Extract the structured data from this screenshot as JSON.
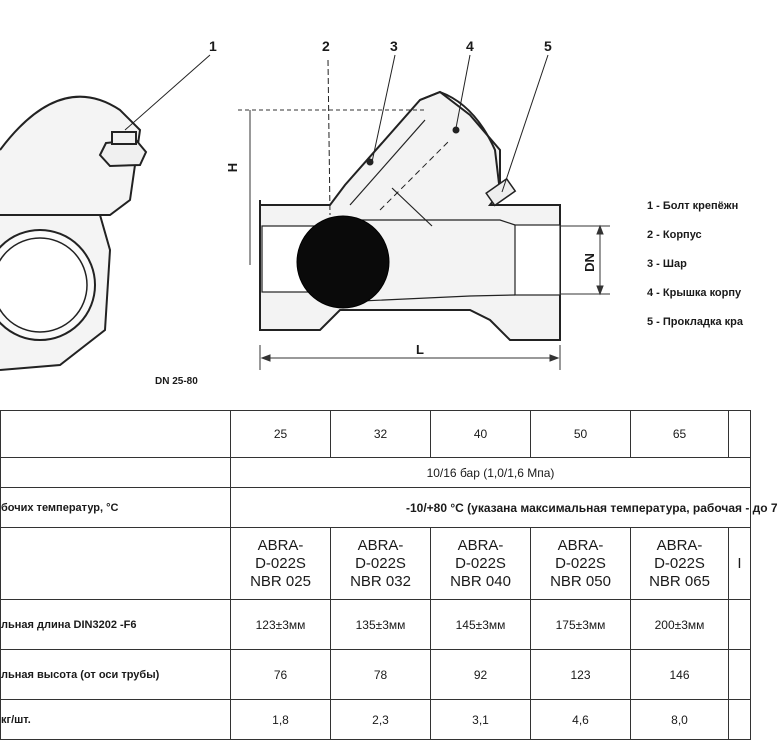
{
  "callouts": [
    "1",
    "2",
    "3",
    "4",
    "5"
  ],
  "legend": [
    "1 - Болт крепёжн",
    "2 - Корпус",
    "3 - Шар",
    "4 - Крышка корпу",
    "5 - Прокладка кра"
  ],
  "dim_labels": {
    "height": "H",
    "length": "L",
    "diameter": "DN"
  },
  "drawing_caption": "DN 25-80",
  "table": {
    "sizes": [
      "25",
      "32",
      "40",
      "50",
      "65",
      ""
    ],
    "pressure": "10/16 бар (1,0/1,6 Мпа)",
    "temperature_label": "бочих температур, °С",
    "temperature": "-10/+80 °С (указана максимальная температура, рабочая - до 7",
    "models": [
      "ABRA-\nD-022S\nNBR 025",
      "ABRA-\nD-022S\nNBR 032",
      "ABRA-\nD-022S\nNBR 040",
      "ABRA-\nD-022S\nNBR 050",
      "ABRA-\nD-022S\nNBR 065",
      "I"
    ],
    "length_label": "льная длина DIN3202 -F6",
    "lengths": [
      "123±3мм",
      "135±3мм",
      "145±3мм",
      "175±3мм",
      "200±3мм",
      ""
    ],
    "height_label": "льная высота (от оси трубы)",
    "heights": [
      "76",
      "78",
      "92",
      "123",
      "146",
      ""
    ],
    "weight_label": "кг/шт.",
    "weights": [
      "1,8",
      "2,3",
      "3,1",
      "4,6",
      "8,0",
      ""
    ]
  }
}
